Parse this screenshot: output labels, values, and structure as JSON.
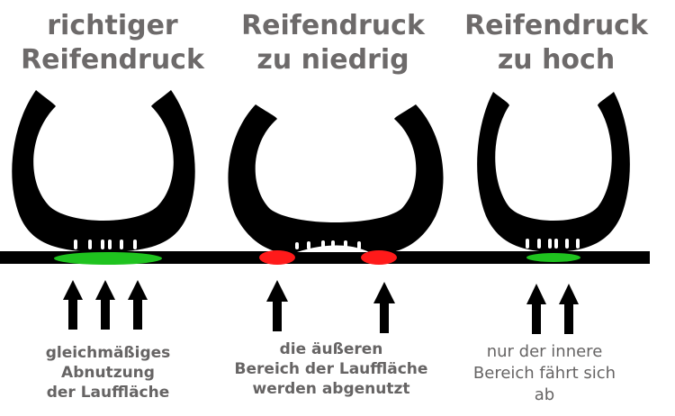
{
  "panels": [
    {
      "title_lines": [
        "richtiger",
        "Reifendruck"
      ],
      "caption_lines": [
        "gleichmäßiges",
        "Abnutzung",
        "der Lauffläche"
      ],
      "contact_color": "#1fc31f"
    },
    {
      "title_lines": [
        "Reifendruck",
        "zu niedrig"
      ],
      "caption_lines": [
        "die äußeren",
        "Bereich der Lauffläche",
        "werden abgenutzt"
      ],
      "contact_color": "#ff1a1a"
    },
    {
      "title_lines": [
        "Reifendruck",
        "zu hoch"
      ],
      "caption_lines": [
        "nur der innere",
        "Bereich fährt sich",
        "ab"
      ],
      "contact_color": "#1fc31f"
    }
  ],
  "colors": {
    "tire": "#000000",
    "road": "#000000",
    "text": "#6d6a6a"
  }
}
